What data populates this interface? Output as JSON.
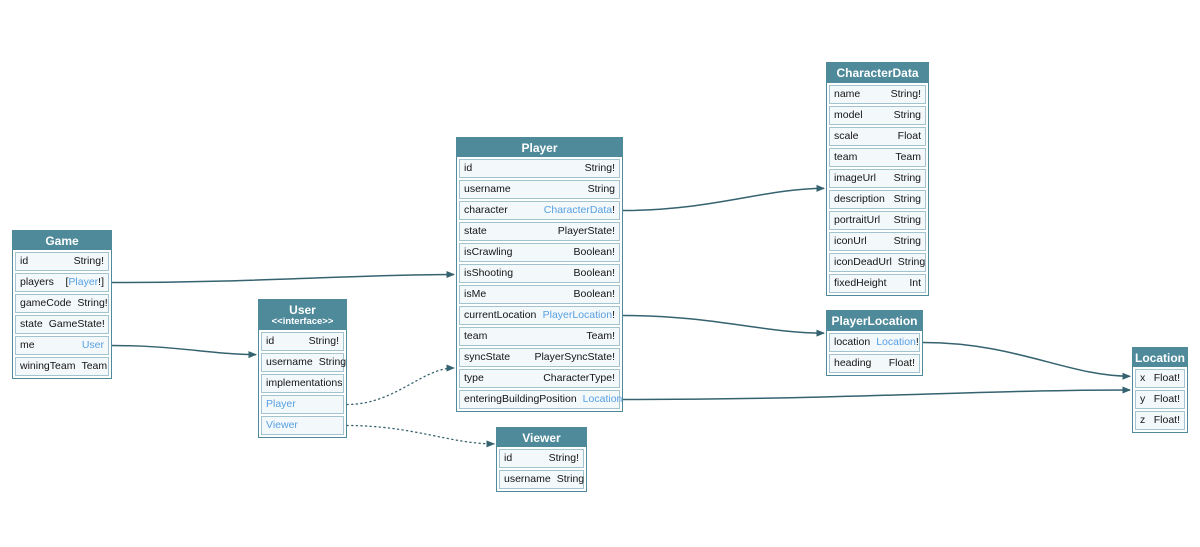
{
  "diagram": {
    "colors": {
      "header_bg": "#4f8a9b",
      "outer_border": "#4f8a9b",
      "row_bg": "#f3f8fa",
      "row_border": "#a3c4cf",
      "link_text": "#58a0e4",
      "edge": "#35626f",
      "field_text": "#141414"
    },
    "tables": [
      {
        "id": "Game",
        "title": "Game",
        "fields": [
          {
            "name": "id",
            "type_parts": [
              {
                "t": "String!"
              }
            ]
          },
          {
            "name": "players",
            "type_parts": [
              {
                "t": "["
              },
              {
                "t": "Player",
                "link": true
              },
              {
                "t": "!]"
              }
            ]
          },
          {
            "name": "gameCode",
            "type_parts": [
              {
                "t": "String!"
              }
            ]
          },
          {
            "name": "state",
            "type_parts": [
              {
                "t": "GameState!"
              }
            ]
          },
          {
            "name": "me",
            "type_parts": [
              {
                "t": "User",
                "link": true
              }
            ]
          },
          {
            "name": "winingTeam",
            "type_parts": [
              {
                "t": "Team"
              }
            ]
          }
        ]
      },
      {
        "id": "User",
        "title": "User",
        "subtitle": "<<interface>>",
        "fields": [
          {
            "name": "id",
            "type_parts": [
              {
                "t": "String!"
              }
            ]
          },
          {
            "name": "username",
            "type_parts": [
              {
                "t": "String"
              }
            ]
          },
          {
            "name": "implementations",
            "type_parts": []
          },
          {
            "name": "Player",
            "name_link": true,
            "type_parts": []
          },
          {
            "name": "Viewer",
            "name_link": true,
            "type_parts": []
          }
        ]
      },
      {
        "id": "Player",
        "title": "Player",
        "fields": [
          {
            "name": "id",
            "type_parts": [
              {
                "t": "String!"
              }
            ]
          },
          {
            "name": "username",
            "type_parts": [
              {
                "t": "String"
              }
            ]
          },
          {
            "name": "character",
            "type_parts": [
              {
                "t": "CharacterData",
                "link": true
              },
              {
                "t": "!"
              }
            ]
          },
          {
            "name": "state",
            "type_parts": [
              {
                "t": "PlayerState!"
              }
            ]
          },
          {
            "name": "isCrawling",
            "type_parts": [
              {
                "t": "Boolean!"
              }
            ]
          },
          {
            "name": "isShooting",
            "type_parts": [
              {
                "t": "Boolean!"
              }
            ]
          },
          {
            "name": "isMe",
            "type_parts": [
              {
                "t": "Boolean!"
              }
            ]
          },
          {
            "name": "currentLocation",
            "type_parts": [
              {
                "t": "PlayerLocation",
                "link": true
              },
              {
                "t": "!"
              }
            ]
          },
          {
            "name": "team",
            "type_parts": [
              {
                "t": "Team!"
              }
            ]
          },
          {
            "name": "syncState",
            "type_parts": [
              {
                "t": "PlayerSyncState!"
              }
            ]
          },
          {
            "name": "type",
            "type_parts": [
              {
                "t": "CharacterType!"
              }
            ]
          },
          {
            "name": "enteringBuildingPosition",
            "type_parts": [
              {
                "t": "Location",
                "link": true
              }
            ]
          }
        ]
      },
      {
        "id": "CharacterData",
        "title": "CharacterData",
        "fields": [
          {
            "name": "name",
            "type_parts": [
              {
                "t": "String!"
              }
            ]
          },
          {
            "name": "model",
            "type_parts": [
              {
                "t": "String"
              }
            ]
          },
          {
            "name": "scale",
            "type_parts": [
              {
                "t": "Float"
              }
            ]
          },
          {
            "name": "team",
            "type_parts": [
              {
                "t": "Team"
              }
            ]
          },
          {
            "name": "imageUrl",
            "type_parts": [
              {
                "t": "String"
              }
            ]
          },
          {
            "name": "description",
            "type_parts": [
              {
                "t": "String"
              }
            ]
          },
          {
            "name": "portraitUrl",
            "type_parts": [
              {
                "t": "String"
              }
            ]
          },
          {
            "name": "iconUrl",
            "type_parts": [
              {
                "t": "String"
              }
            ]
          },
          {
            "name": "iconDeadUrl",
            "type_parts": [
              {
                "t": "String"
              }
            ]
          },
          {
            "name": "fixedHeight",
            "type_parts": [
              {
                "t": "Int"
              }
            ]
          }
        ]
      },
      {
        "id": "PlayerLocation",
        "title": "PlayerLocation",
        "fields": [
          {
            "name": "location",
            "type_parts": [
              {
                "t": "Location",
                "link": true
              },
              {
                "t": "!"
              }
            ]
          },
          {
            "name": "heading",
            "type_parts": [
              {
                "t": "Float!"
              }
            ]
          }
        ]
      },
      {
        "id": "Viewer",
        "title": "Viewer",
        "fields": [
          {
            "name": "id",
            "type_parts": [
              {
                "t": "String!"
              }
            ]
          },
          {
            "name": "username",
            "type_parts": [
              {
                "t": "String"
              }
            ]
          }
        ]
      },
      {
        "id": "Location",
        "title": "Location",
        "fields": [
          {
            "name": "x",
            "type_parts": [
              {
                "t": "Float!"
              }
            ]
          },
          {
            "name": "y",
            "type_parts": [
              {
                "t": "Float!"
              }
            ]
          },
          {
            "name": "z",
            "type_parts": [
              {
                "t": "Float!"
              }
            ]
          }
        ]
      }
    ],
    "edges": [
      {
        "from_table": "Game",
        "from_field": "players",
        "to_table": "Player",
        "style": "solid"
      },
      {
        "from_table": "Game",
        "from_field": "me",
        "to_table": "User",
        "style": "solid"
      },
      {
        "from_table": "User",
        "from_field": "Player",
        "to_table": "Player",
        "style": "dotted"
      },
      {
        "from_table": "User",
        "from_field": "Viewer",
        "to_table": "Viewer",
        "style": "dotted"
      },
      {
        "from_table": "Player",
        "from_field": "character",
        "to_table": "CharacterData",
        "style": "solid"
      },
      {
        "from_table": "Player",
        "from_field": "currentLocation",
        "to_table": "PlayerLocation",
        "style": "solid"
      },
      {
        "from_table": "Player",
        "from_field": "enteringBuildingPosition",
        "to_table": "Location",
        "style": "solid"
      },
      {
        "from_table": "PlayerLocation",
        "from_field": "location",
        "to_table": "Location",
        "style": "solid"
      }
    ]
  }
}
